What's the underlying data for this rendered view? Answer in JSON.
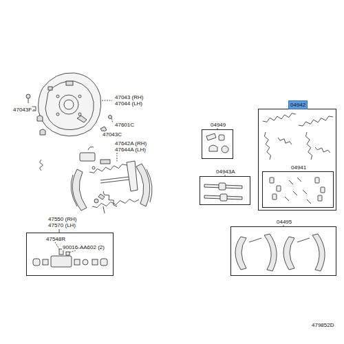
{
  "diagram": {
    "nodes": [
      {
        "text": [
          "04949"
        ]
      },
      {
        "text": [
          "04943A"
        ]
      },
      {
        "text": [
          "04942"
        ]
      },
      {
        "text": [
          "04941"
        ],
        "in": 2
      },
      {
        "text": [
          "04495"
        ]
      },
      {
        "text": [
          "47550 (RH) 47570 (LH)"
        ]
      }
    ],
    "labels": [
      "47043F",
      "47043 (RH)",
      "47044 (LH)",
      "47601C",
      "47043C",
      "47642A (RH)",
      "47644A (LH)",
      "47548R",
      "90016-AA602 (2)",
      "479852D"
    ]
  }
}
